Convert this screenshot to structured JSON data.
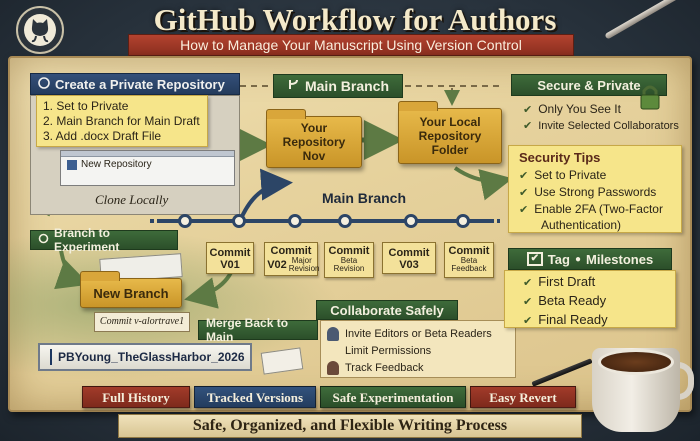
{
  "header": {
    "title": "GitHub Workflow for Authors",
    "subtitle": "How to Manage Your Manuscript Using Version Control"
  },
  "create_repo": {
    "label": "Create a Private Repository",
    "steps": [
      "1. Set to Private",
      "2. Main Branch for Main Draft",
      "3. Add .docx Draft File"
    ],
    "window_text": "New Repository",
    "clone_text": "Clone Locally"
  },
  "main_branch_label": "Main Branch",
  "folders": {
    "repository": "Your Repository Nov",
    "local": "Your Local Repository Folder"
  },
  "secure": {
    "label": "Secure & Private",
    "items": [
      "Only You See It",
      "Invite Selected Collaborators"
    ]
  },
  "security_tips": {
    "title": "Security Tips",
    "items": [
      "Set to Private",
      "Use Strong Passwords",
      "Enable 2FA (Two-Factor",
      "Authentication)"
    ]
  },
  "timeline": {
    "label": "Main Branch",
    "commits": [
      {
        "title": "Commit",
        "version": "V01",
        "sub": ""
      },
      {
        "title": "Commit",
        "version": "V02",
        "sub": "Major Revision"
      },
      {
        "title": "Commit",
        "version": "",
        "sub": "Beta Revision"
      },
      {
        "title": "Commit",
        "version": "V03",
        "sub": ""
      },
      {
        "title": "Commit",
        "version": "",
        "sub": "Beta Feedback"
      }
    ]
  },
  "branch": {
    "label": "Branch to Experiment",
    "folder": "New Branch",
    "commit_note": "Commit v-alortrave1",
    "merge_label": "Merge Back to Main",
    "file_name": "PBYoung_TheGlassHarbor_2026"
  },
  "collaborate": {
    "label": "Collaborate Safely",
    "items": [
      "Invite Editors or Beta Readers",
      "Limit Permissions",
      "Track Feedback"
    ]
  },
  "milestones": {
    "label_tag": "Tag",
    "label_main": "Milestones",
    "items": [
      "First Draft",
      "Beta Ready",
      "Final Ready"
    ]
  },
  "benefits": [
    "Full History",
    "Tracked Versions",
    "Safe Experimentation",
    "Easy Revert"
  ],
  "footer": "Safe, Organized, and Flexible Writing Process",
  "colors": {
    "green_label": "#2c4f2a",
    "blue_label": "#243b5c",
    "red_banner": "#8a2e1f",
    "note_yellow": "#f6e58a",
    "folder_gold": "#c99528"
  },
  "icons": [
    "github-octocat-icon",
    "repo-icon",
    "lock-icon",
    "branch-icon",
    "check-icon",
    "tag-icon",
    "person-icon",
    "document-icon",
    "pen-icon",
    "coffee-mug-icon"
  ]
}
